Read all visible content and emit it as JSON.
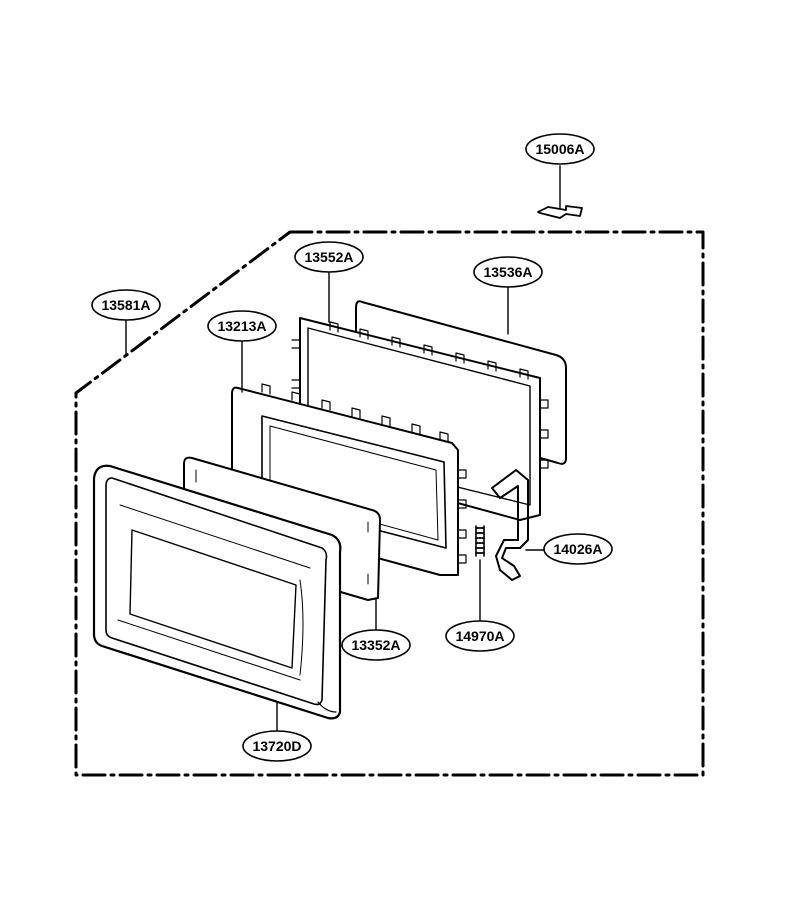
{
  "diagram": {
    "part_labels": {
      "p15006A": "15006A",
      "p13552A": "13552A",
      "p13536A": "13536A",
      "p13581A": "13581A",
      "p13213A": "13213A",
      "p14026A": "14026A",
      "p14970A": "14970A",
      "p13352A": "13352A",
      "p13720D": "13720D"
    },
    "line_color": "#000000",
    "background": "#ffffff"
  }
}
